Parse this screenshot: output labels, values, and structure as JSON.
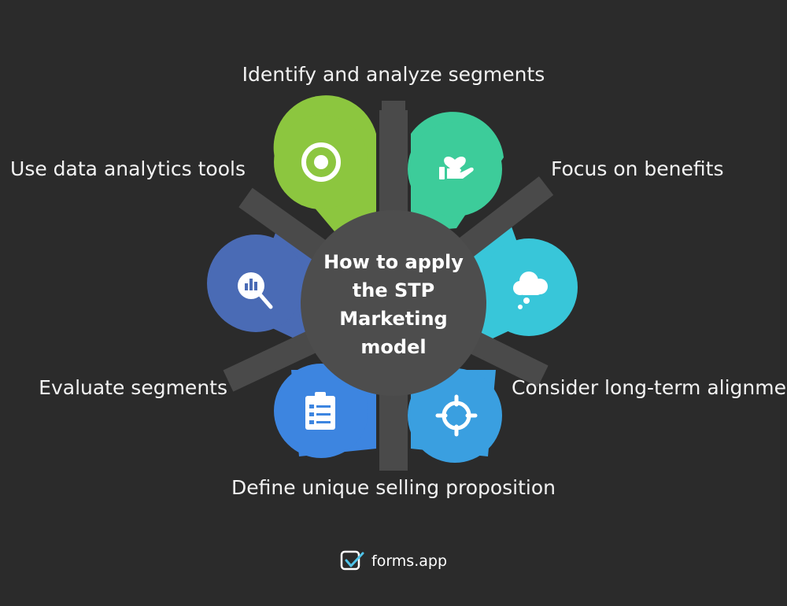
{
  "title": "How to apply the STP Marketing model",
  "title_lines": [
    "How to apply",
    "the STP Marketing",
    "model"
  ],
  "steps": {
    "top": {
      "label": "Identify and analyze segments",
      "icon": "target-icon",
      "color": "#8cc63f"
    },
    "upper_right": {
      "label": "Focus on benefits",
      "icon": "heart-hand-icon",
      "color": "#3dcc9a"
    },
    "right": {
      "label": "",
      "icon": "thought-cloud-icon",
      "color": "#38c6d9"
    },
    "lower_right": {
      "label": "Consider long-term alignment",
      "icon": "crosshair-icon",
      "color": "#3a9fe0"
    },
    "bottom": {
      "label": "Define unique selling proposition",
      "icon": "clipboard-icon",
      "color": "#3d85e0"
    },
    "left": {
      "label": "",
      "icon": "analytics-search-icon",
      "color": "#4a6bb5"
    },
    "upper_left": {
      "label": "Use data analytics tools",
      "icon": "target-icon",
      "color": "#8cc63f"
    },
    "lower_left": {
      "label": "Evaluate segments",
      "icon": "analytics-search-icon",
      "color": "#4a6bb5"
    }
  },
  "brand": {
    "name": "forms.app",
    "icon": "forms-app-logo-icon"
  }
}
